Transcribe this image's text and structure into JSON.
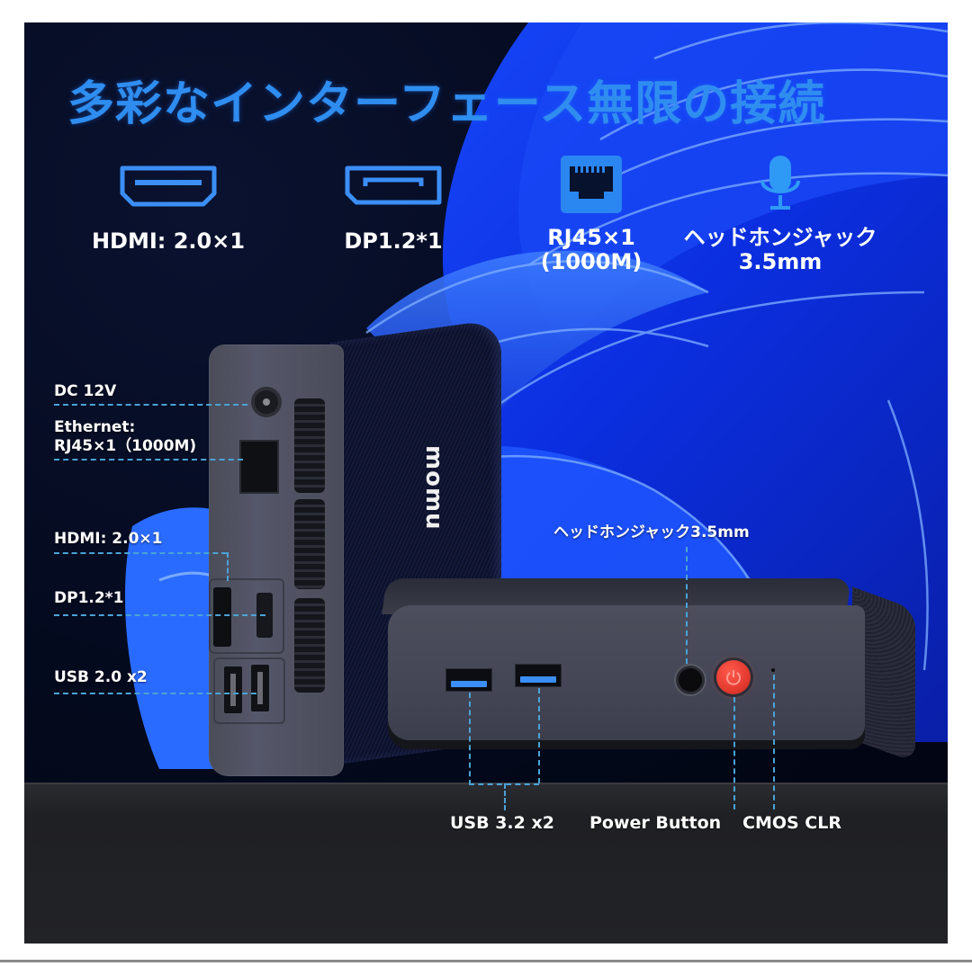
{
  "header": {
    "title": "多彩なインターフェース無限の接続"
  },
  "features": [
    {
      "icon": "hdmi-port-icon",
      "label": "HDMI: 2.0×1"
    },
    {
      "icon": "displayport-icon",
      "label": "DP1.2*1"
    },
    {
      "icon": "ethernet-rj45-icon",
      "label": "RJ45×1\n(1000M)"
    },
    {
      "icon": "microphone-headphone-icon",
      "label": "ヘッドホンジャック\n3.5mm"
    }
  ],
  "tower_callouts": [
    {
      "label": "DC 12V"
    },
    {
      "label": "Ethernet:\nRJ45×1（1000M)"
    },
    {
      "label": "HDMI: 2.0×1"
    },
    {
      "label": "DP1.2*1"
    },
    {
      "label": "USB 2.0 x2"
    }
  ],
  "front_callouts": {
    "headphone": "ヘッドホンジャック3.5mm",
    "usb3": "USB 3.2 x2",
    "power": "Power Button",
    "cmos": "CMOS CLR"
  },
  "device": {
    "brand": "momu"
  },
  "colors": {
    "title_blue": "#2f8df0",
    "icon_blue": "#3b8ef5",
    "callout_line": "#4aa3d6",
    "power_red": "#e43a2f",
    "background_dark": "#020614",
    "floor": "#222327"
  }
}
